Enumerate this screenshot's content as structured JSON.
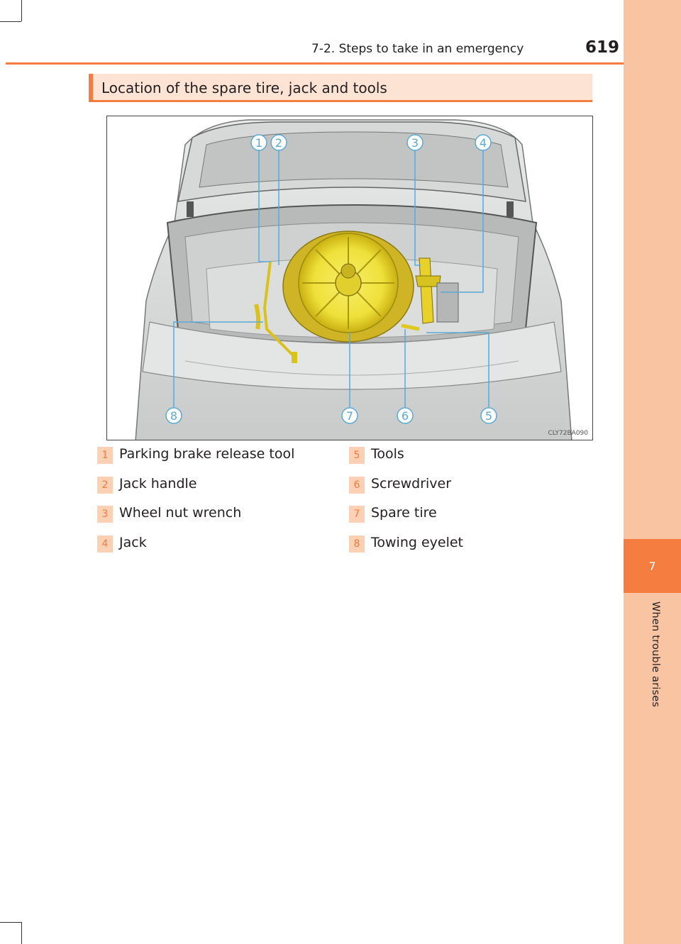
{
  "header": {
    "section_title": "7-2. Steps to take in an emergency",
    "page_number": "619"
  },
  "side_tab": {
    "chapter_number": "7",
    "chapter_title": "When trouble arises"
  },
  "section": {
    "title": "Location of the spare tire, jack and tools"
  },
  "figure": {
    "image_code": "CLY72BA090",
    "callouts": [
      "1",
      "2",
      "3",
      "4",
      "5",
      "6",
      "7",
      "8"
    ]
  },
  "legend": [
    {
      "number": "1",
      "label": "Parking brake release tool"
    },
    {
      "number": "2",
      "label": "Jack handle"
    },
    {
      "number": "3",
      "label": "Wheel nut wrench"
    },
    {
      "number": "4",
      "label": "Jack"
    },
    {
      "number": "5",
      "label": "Tools"
    },
    {
      "number": "6",
      "label": "Screwdriver"
    },
    {
      "number": "7",
      "label": "Spare tire"
    },
    {
      "number": "8",
      "label": "Towing eyelet"
    }
  ],
  "colors": {
    "accent": "#f47d3f",
    "accent_light": "#fde3d3",
    "tab_background": "#f9c4a2",
    "highlight_yellow": "#f2e200",
    "callout_blue": "#5aa9d6"
  }
}
